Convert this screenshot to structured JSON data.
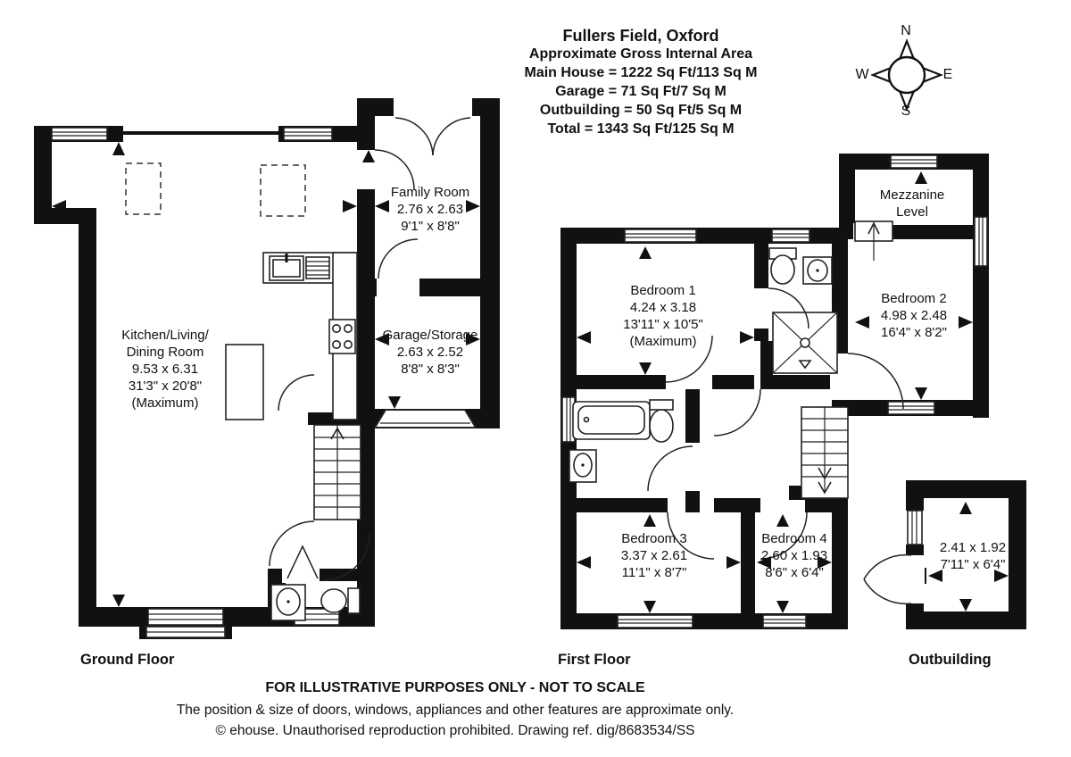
{
  "header": {
    "title": "Fullers Field, Oxford",
    "subtitle": "Approximate Gross Internal Area",
    "lines": [
      "Main House = 1222 Sq Ft/113 Sq M",
      "Garage = 71 Sq Ft/7 Sq M",
      "Outbuilding = 50 Sq Ft/5 Sq M",
      "Total = 1343 Sq Ft/125 Sq M"
    ]
  },
  "compass": {
    "n": "N",
    "e": "E",
    "s": "S",
    "w": "W"
  },
  "floors": {
    "ground": {
      "label": "Ground Floor",
      "rooms": {
        "kitchen": {
          "lines": [
            "Kitchen/Living/",
            "Dining Room",
            "9.53 x 6.31",
            "31'3\" x 20'8\"",
            "(Maximum)"
          ]
        },
        "family": {
          "lines": [
            "Family Room",
            "2.76 x 2.63",
            "9'1\" x 8'8\""
          ]
        },
        "garage": {
          "lines": [
            "Garage/Storage",
            "2.63 x 2.52",
            "8'8\" x 8'3\""
          ]
        }
      }
    },
    "first": {
      "label": "First Floor",
      "rooms": {
        "bedroom1": {
          "lines": [
            "Bedroom 1",
            "4.24 x 3.18",
            "13'11\" x 10'5\"",
            "(Maximum)"
          ]
        },
        "bedroom2": {
          "lines": [
            "Bedroom 2",
            "4.98 x 2.48",
            "16'4\" x 8'2\""
          ]
        },
        "mezzanine": {
          "lines": [
            "Mezzanine",
            "Level"
          ]
        },
        "bedroom3": {
          "lines": [
            "Bedroom 3",
            "3.37 x 2.61",
            "11'1\" x 8'7\""
          ]
        },
        "bedroom4": {
          "lines": [
            "Bedroom 4",
            "2.60 x 1.93",
            "8'6\" x 6'4\""
          ]
        }
      }
    },
    "outbuilding": {
      "label": "Outbuilding",
      "rooms": {
        "store": {
          "lines": [
            "2.41 x 1.92",
            "7'11\" x 6'4\""
          ]
        }
      }
    }
  },
  "footer": {
    "line1": "FOR ILLUSTRATIVE PURPOSES ONLY - NOT TO SCALE",
    "line2": "The position & size of doors, windows, appliances and other features are approximate only.",
    "line3": "© ehouse. Unauthorised reproduction prohibited. Drawing ref. dig/8683534/SS"
  }
}
